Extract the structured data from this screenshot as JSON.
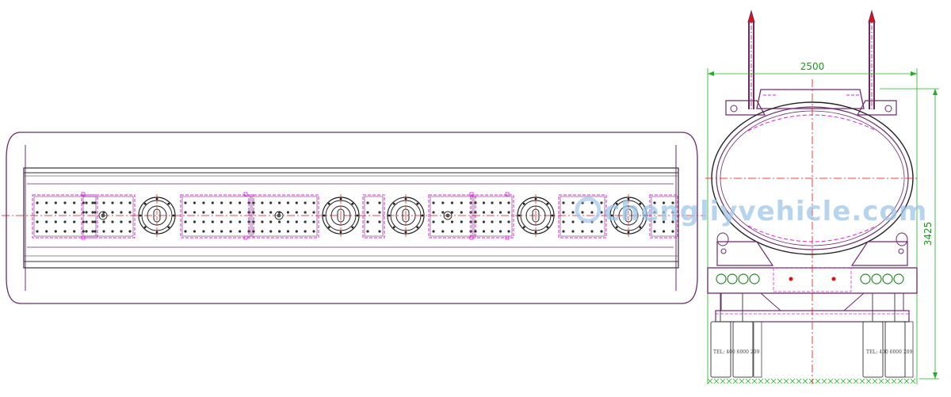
{
  "drawing": {
    "top_view": {
      "label": ""
    },
    "rear_view": {
      "width_dim": "2500",
      "height_dim": "3425",
      "tire_label_left": "TEL: 400 6000 209",
      "tire_label_right": "TEL: 400 6000 209"
    },
    "watermark": "chengliyvehicle.com",
    "colors": {
      "outline": "#6b2a6b",
      "dash": "#e020e0",
      "centerline": "#e01010",
      "dimension": "#20b020",
      "tank_edge": "#222222"
    }
  }
}
